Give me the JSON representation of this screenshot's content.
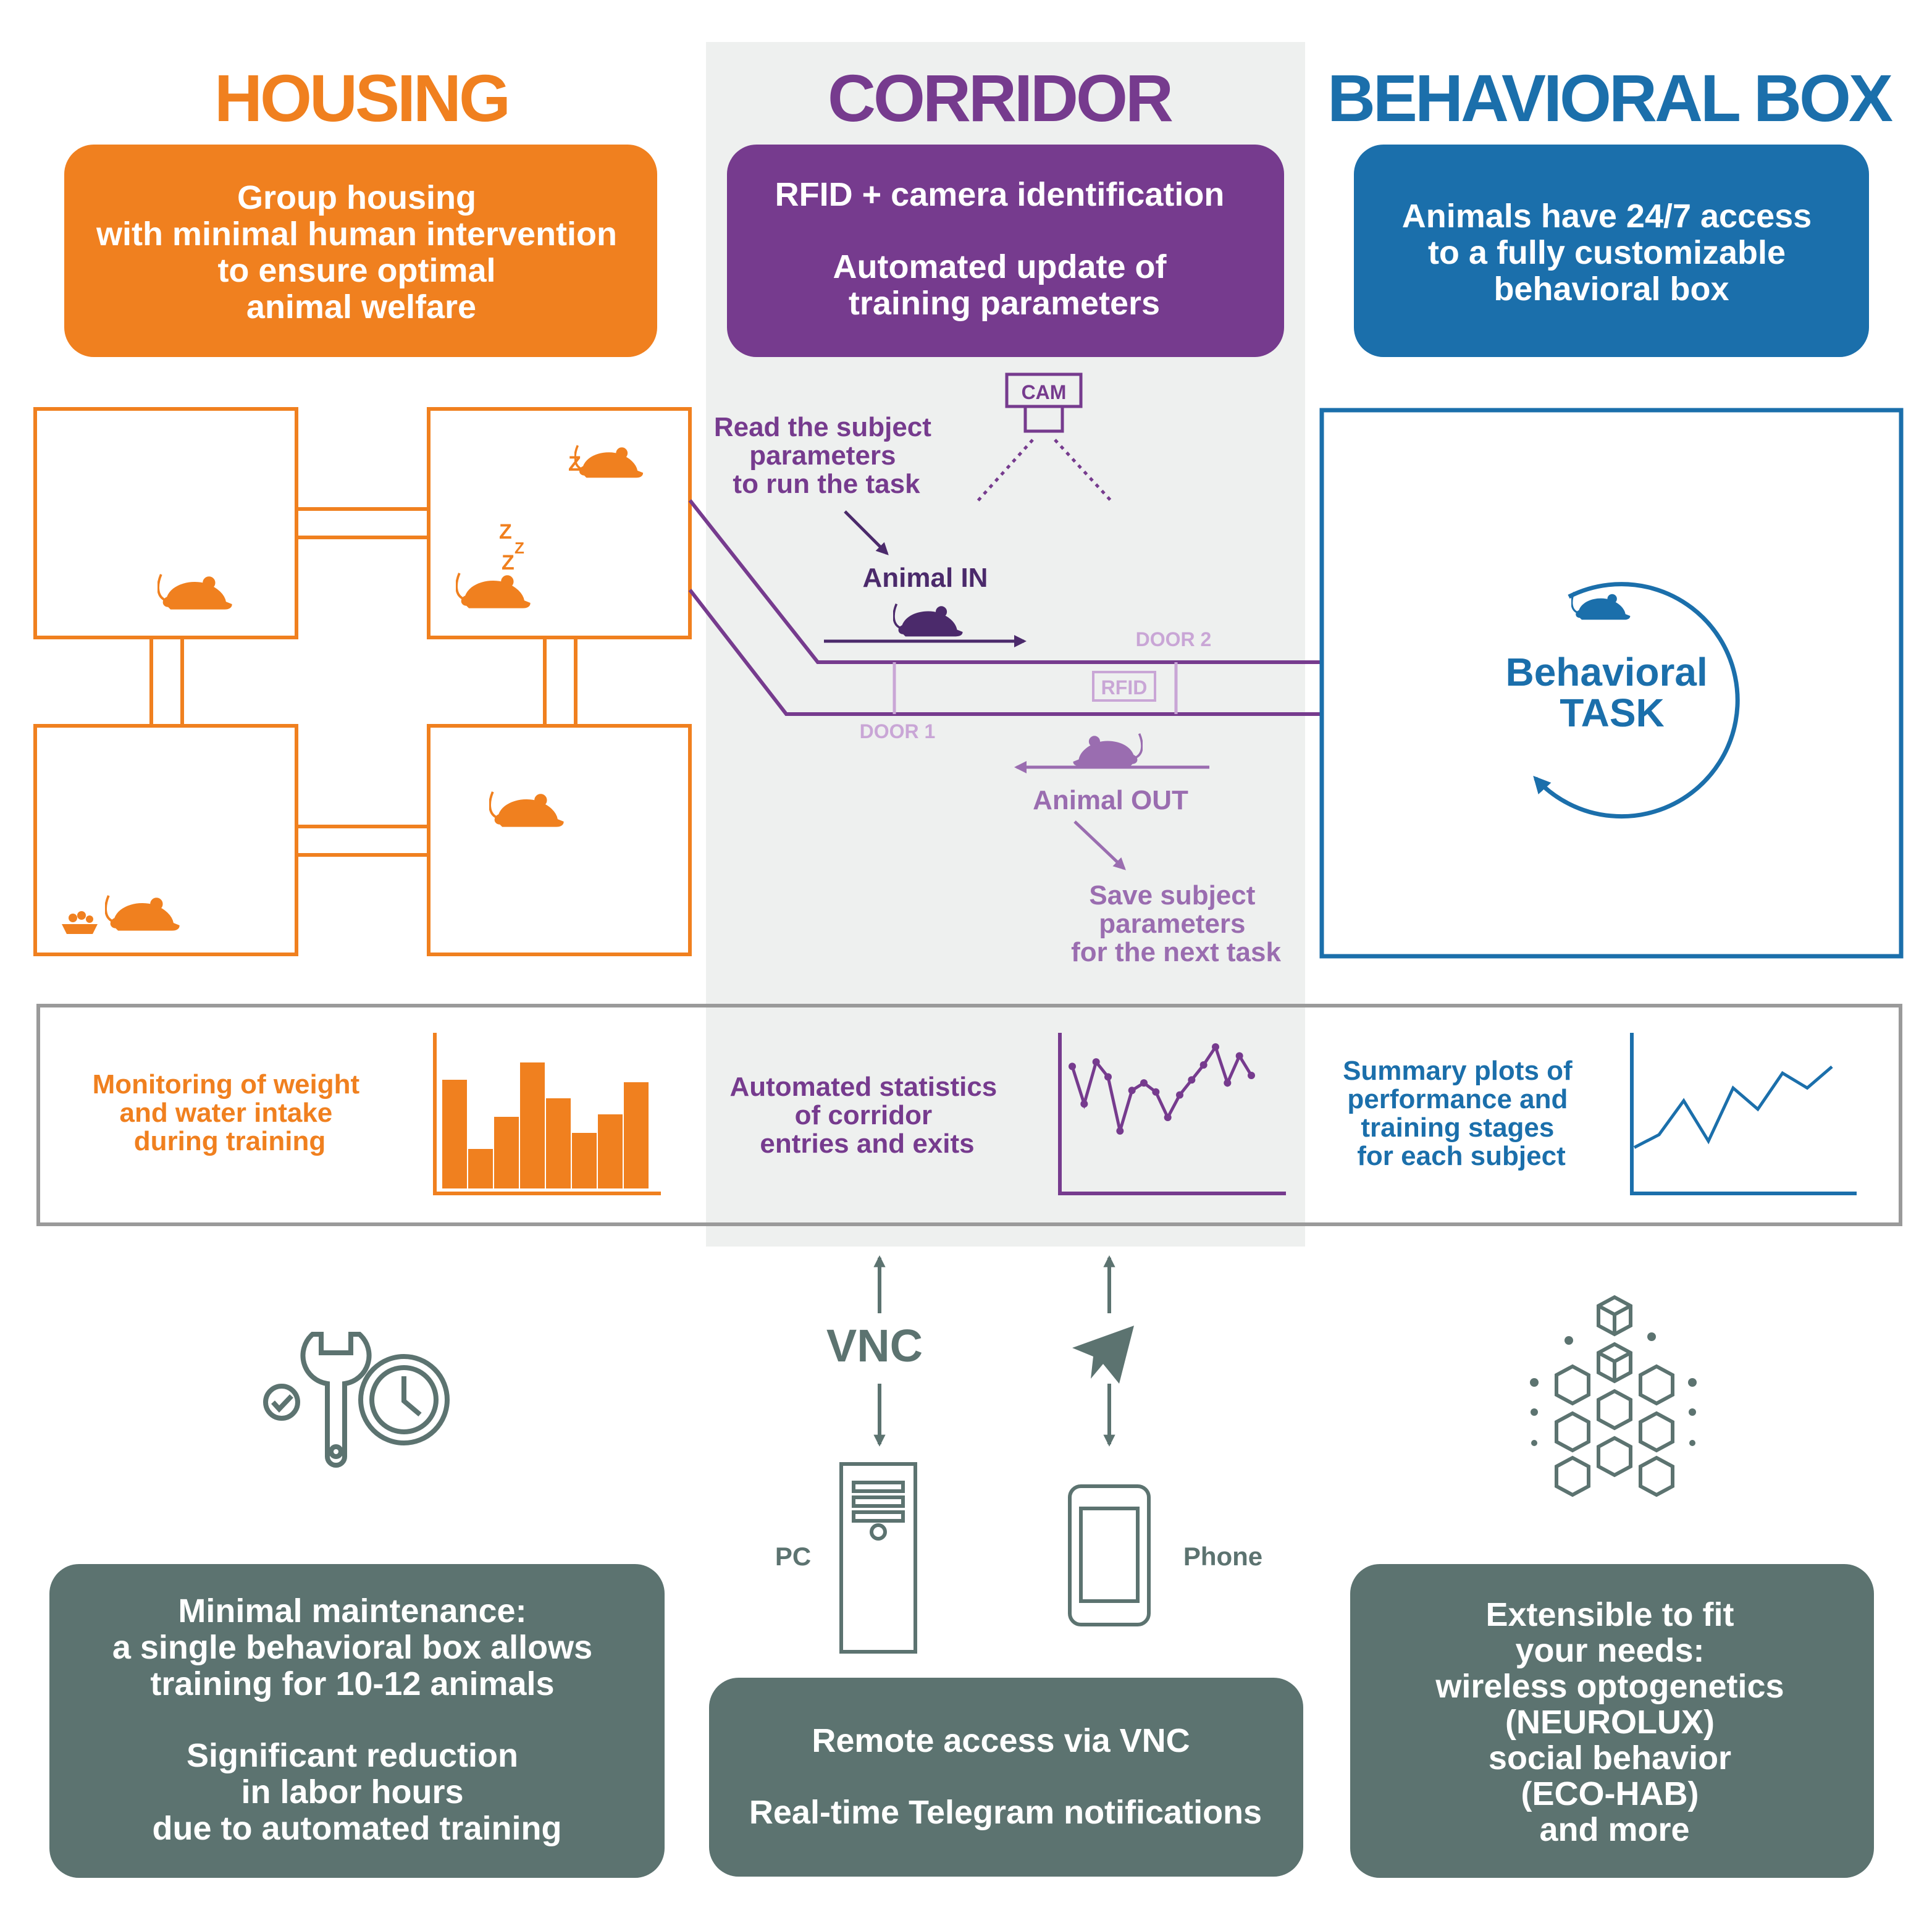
{
  "colors": {
    "housing": "#f0801f",
    "corridor": "#763b8e",
    "corridor_light": "#c9a6d6",
    "corridor_mid": "#9a6db0",
    "corridor_dark": "#4b2a6b",
    "box": "#1b6fab",
    "gray_panel": "#5c7370",
    "corridor_bg": "#eef0ef",
    "frame_gray": "#9a9a9a"
  },
  "housing": {
    "heading": "HOUSING",
    "banner": [
      "Group housing",
      "with minimal human intervention",
      "to ensure optimal",
      "animal welfare"
    ],
    "monitor": [
      "Monitoring of weight",
      "and water intake",
      "during training"
    ],
    "sleep_mark": "Z",
    "bars": [
      88,
      32,
      58,
      102,
      73,
      45,
      60,
      86
    ]
  },
  "corridor": {
    "heading": "CORRIDOR",
    "banner": [
      "RFID + camera identification",
      "",
      "Automated update of",
      "training parameters"
    ],
    "cam_label": "CAM",
    "read_note": [
      "Read the subject",
      "parameters",
      "to run the task"
    ],
    "animal_in": "Animal IN",
    "animal_out": "Animal OUT",
    "door1": "DOOR 1",
    "door2": "DOOR 2",
    "rfid": "RFID",
    "save_note": [
      "Save subject",
      "parameters",
      "for the next task"
    ],
    "stats": [
      "Automated statistics",
      "of corridor",
      "entries and exits"
    ],
    "series": [
      55,
      30,
      58,
      48,
      12,
      39,
      44,
      38,
      21,
      36,
      46,
      56,
      68,
      44,
      62,
      49
    ]
  },
  "behavioral_box": {
    "heading": "BEHAVIORAL BOX",
    "banner": [
      "Animals have 24/7 access",
      "to a fully customizable",
      "behavioral box"
    ],
    "task": [
      "Behavioral",
      "TASK"
    ],
    "summary": [
      "Summary plots of",
      "performance and",
      "training stages",
      "for each subject"
    ],
    "series": [
      10,
      16,
      32,
      13,
      38,
      28,
      45,
      38,
      48
    ]
  },
  "remote": {
    "vnc": "VNC",
    "pc": "PC",
    "phone": "Phone",
    "footer": [
      "Remote access via VNC",
      "",
      "Real-time Telegram notifications"
    ]
  },
  "maintenance": {
    "footer": [
      "Minimal maintenance:",
      "a single behavioral box allows",
      "training for 10-12 animals",
      "",
      "Significant reduction",
      "in labor hours",
      "due to automated training"
    ]
  },
  "extensible": {
    "footer": [
      "Extensible to fit",
      "your needs:",
      "wireless optogenetics",
      "(NEUROLUX)",
      "social behavior",
      "(ECO-HAB)",
      "and more"
    ]
  },
  "icons": {
    "housing_mice": [
      "mouse-icon",
      "sleeping-mouse-icon",
      "food-bowl-icon"
    ],
    "cam": "camera-icon",
    "maintenance": [
      "check-circle-icon",
      "wrench-icon",
      "clock-icon"
    ],
    "remote": [
      "telegram-plane-icon",
      "pc-tower-icon",
      "smartphone-icon"
    ],
    "extensible": "modular-cubes-icon"
  }
}
